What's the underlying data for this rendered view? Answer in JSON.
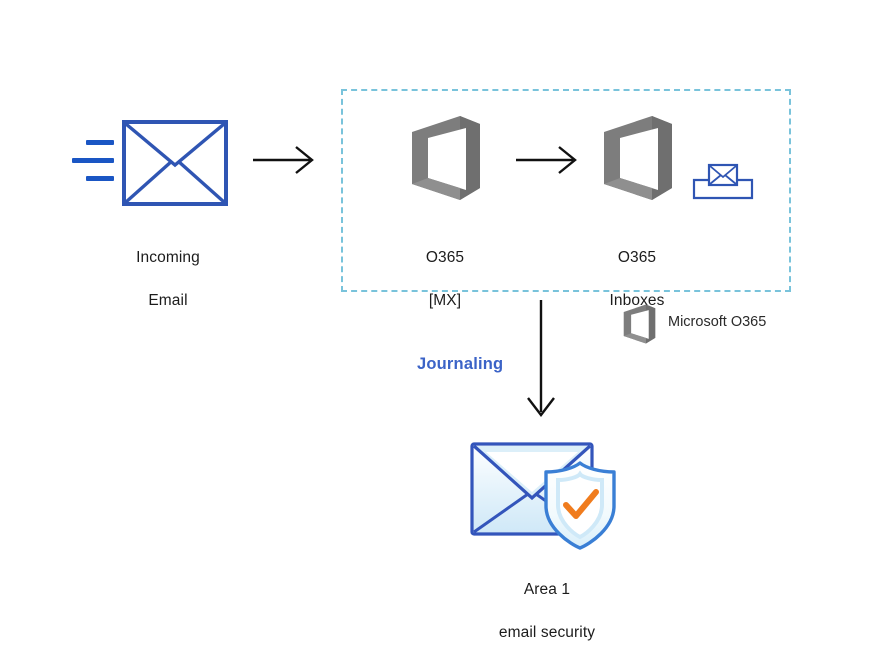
{
  "diagram": {
    "title": "O365 journaling to Area 1 email security flow",
    "background": "#ffffff",
    "colors": {
      "envelope_blue": "#2f55b3",
      "motion_line_blue": "#1a56c4",
      "office_gray": "#808080",
      "office_gray_dark": "#6e6e6e",
      "dashed_border": "#79c3db",
      "arrow_black": "#111111",
      "journaling_blue": "#3b63c7",
      "area1_envelope_stroke": "#3355bb",
      "area1_envelope_fill": "#e8f4fc",
      "shield_stroke": "#3a7fd5",
      "shield_fill": "#d7eefb",
      "check_orange": "#f07c1e",
      "caption_text": "#1c1c1c"
    }
  },
  "nodes": {
    "incoming_email": {
      "label_line1": "Incoming",
      "label_line2": "Email",
      "icon": "envelope-with-motion-lines-icon"
    },
    "o365_mx": {
      "label_line1": "O365",
      "label_line2": "[MX]",
      "icon": "office-365-icon"
    },
    "o365_inboxes": {
      "label_line1": "O365",
      "label_line2": "Inboxes",
      "icon": "office-365-icon",
      "secondary_icon": "inbox-tray-envelope-icon"
    },
    "area1": {
      "label_line1": "Area 1",
      "label_line2": "email security",
      "icon": "envelope-shield-check-icon"
    }
  },
  "zone": {
    "name": "microsoft-o365-boundary",
    "style": "dashed"
  },
  "legend": {
    "label": "Microsoft O365",
    "icon": "office-365-icon"
  },
  "edges": {
    "incoming_to_mx": {
      "label": "",
      "direction": "right"
    },
    "mx_to_inboxes": {
      "label": "",
      "direction": "right"
    },
    "inboxes_to_area1": {
      "label": "Journaling",
      "direction": "down"
    }
  }
}
